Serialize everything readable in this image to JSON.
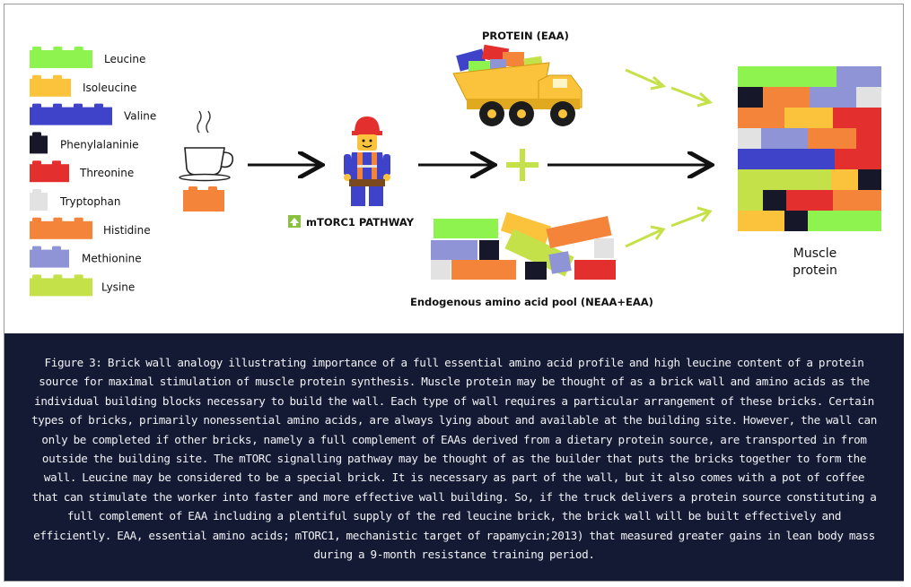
{
  "legend": {
    "items": [
      {
        "label": "Leucine",
        "color": "#8ef24f"
      },
      {
        "label": "Isoleucine",
        "color": "#fbc33c"
      },
      {
        "label": "Valine",
        "color": "#3f43c9"
      },
      {
        "label": "Phenylalaninie",
        "color": "#16182a"
      },
      {
        "label": "Threonine",
        "color": "#e3302f"
      },
      {
        "label": "Tryptophan",
        "color": "#e2e2e2"
      },
      {
        "label": "Histidine",
        "color": "#f3843a"
      },
      {
        "label": "Methionine",
        "color": "#8f94d6"
      },
      {
        "label": "Lysine",
        "color": "#c5e14a"
      }
    ]
  },
  "diagram": {
    "truck_label": "PROTEIN (EAA)",
    "pathway_label": "mTORC1 PATHWAY",
    "pool_label": "Endogenous amino acid pool (NEAA+EAA)",
    "muscle_label_line1": "Muscle",
    "muscle_label_line2": "protein"
  },
  "colors": {
    "caption_bg": "#141a33",
    "arrow_green": "#c5e14a",
    "plus_green": "#c5e14a"
  },
  "caption": "Figure 3: Brick wall analogy illustrating importance of a full essential amino acid profile and high leucine content of a protein source for maximal stimulation of muscle protein synthesis. Muscle protein may be thought of as a brick wall and amino acids as the individual building blocks necessary to build the wall. Each type of wall requires a particular arrangement of these bricks. Certain types of bricks, primarily nonessential amino acids, are always lying about and available at the building site. However, the wall can only be completed if other bricks, namely a full complement of EAAs derived from a dietary protein source, are transported in from outside the building site. The mTORC signalling pathway may be thought of as the builder that puts the bricks together to form the wall. Leucine may be considered to be a special brick. It is necessary as part of the wall, but it also comes with a pot of coffee that can stimulate the worker into faster and more effective wall building. So, if the truck delivers a protein source constituting a full complement of EAA including a plentiful supply of the red leucine brick, the brick wall will be built effectively and efficiently. EAA, essential amino acids; mTORC1, mechanistic target of rapamycin;2013) that measured greater gains in lean body mass during a 9-month resistance training period."
}
